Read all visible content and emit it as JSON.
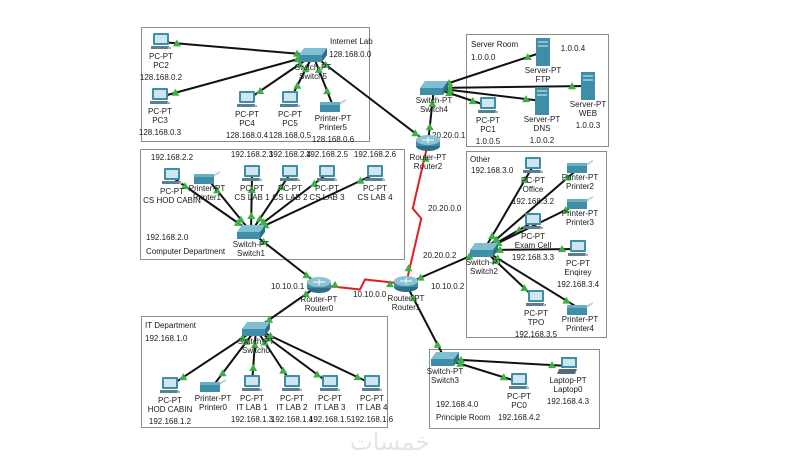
{
  "zones": [
    {
      "id": "internet-lab",
      "name": "Internet Lab",
      "network": "128.168.0.0"
    },
    {
      "id": "server-room",
      "name": "Server Room",
      "network": "1.0.0.0"
    },
    {
      "id": "computer-dept",
      "name": "Computer Department",
      "network": "192.168.2.0"
    },
    {
      "id": "other",
      "name": "Other",
      "network": "192.168.3.0"
    },
    {
      "id": "it-dept",
      "name": "IT Department",
      "network": "192.168.1.0"
    },
    {
      "id": "principle-room",
      "name": "Principle Room",
      "network": "192.168.4.0"
    }
  ],
  "devices": {
    "pc2": {
      "type": "PC-PT",
      "name": "PC2",
      "ip": "128.168.0.2"
    },
    "pc3": {
      "type": "PC-PT",
      "name": "PC3",
      "ip": "128.168.0.3"
    },
    "pc4": {
      "type": "PC-PT",
      "name": "PC4",
      "ip": "128.168.0.4"
    },
    "pc5": {
      "type": "PC-PT",
      "name": "PC5",
      "ip": "128.168.0.5"
    },
    "printer5": {
      "type": "Printer-PT",
      "name": "Printer5",
      "ip": "128.168.0.6"
    },
    "switch5": {
      "type": "Switch-PT",
      "name": "Switch5"
    },
    "switch4": {
      "type": "Switch-PT",
      "name": "Switch4"
    },
    "ftp": {
      "type": "Server-PT",
      "name": "FTP",
      "ip": "1.0.0.4"
    },
    "web": {
      "type": "Server-PT",
      "name": "WEB",
      "ip": "1.0.0.3"
    },
    "dns": {
      "type": "Server-PT",
      "name": "DNS",
      "ip": "1.0.0.2"
    },
    "pc1": {
      "type": "PC-PT",
      "name": "PC1",
      "ip": "1.0.0.5"
    },
    "router2": {
      "type": "Router-PT",
      "name": "Router2"
    },
    "cs-hod": {
      "type": "PC-PT",
      "name": "CS HOD CABIN",
      "ip": "192.168.2.2"
    },
    "printer1": {
      "type": "Printer-PT",
      "name": "Printer1"
    },
    "cs-lab1": {
      "type": "PC-PT",
      "name": "CS LAB 1",
      "ip": "192.168.2.3"
    },
    "cs-lab2": {
      "type": "PC-PT",
      "name": "CS LAB 2",
      "ip": "192.168.2.4"
    },
    "cs-lab3": {
      "type": "PC-PT",
      "name": "CS LAB 3",
      "ip": "192.168.2.5"
    },
    "cs-lab4": {
      "type": "PC-PT",
      "name": "CS LAB 4",
      "ip": "192.168.2.6"
    },
    "switch1": {
      "type": "Switch-PT",
      "name": "Switch1"
    },
    "router0": {
      "type": "Router-PT",
      "name": "Router0"
    },
    "router1": {
      "type": "Router-PT",
      "name": "Router1"
    },
    "office": {
      "type": "PC-PT",
      "name": "Office",
      "ip": "192.168.3.2"
    },
    "printer2": {
      "type": "Printer-PT",
      "name": "Printer2"
    },
    "exam-cell": {
      "type": "PC-PT",
      "name": "Exam Cell",
      "ip": "192.168.3.3"
    },
    "printer3": {
      "type": "Printer-PT",
      "name": "Printer3"
    },
    "enqirey": {
      "type": "PC-PT",
      "name": "Enqirey",
      "ip": "192.168.3.4"
    },
    "tpo": {
      "type": "PC-PT",
      "name": "TPO",
      "ip": "192.168.3.5"
    },
    "printer4": {
      "type": "Printer-PT",
      "name": "Printer4"
    },
    "switch2": {
      "type": "Switch-PT",
      "name": "Switch2"
    },
    "switch0": {
      "type": "Switch-PT",
      "name": "Switch0"
    },
    "it-hod": {
      "type": "PC-PT",
      "name": "HOD CABIN",
      "ip": "192.168.1.2"
    },
    "printer0": {
      "type": "Printer-PT",
      "name": "Printer0"
    },
    "it-lab1": {
      "type": "PC-PT",
      "name": "IT LAB 1",
      "ip": "192.168.1.3"
    },
    "it-lab2": {
      "type": "PC-PT",
      "name": "IT LAB 2",
      "ip": "192.168.1.4"
    },
    "it-lab3": {
      "type": "PC-PT",
      "name": "IT LAB 3",
      "ip": "192.168.1.5"
    },
    "it-lab4": {
      "type": "PC-PT",
      "name": "IT LAB 4",
      "ip": "192.168.1.6"
    },
    "switch3": {
      "type": "Switch-PT",
      "name": "Switch3"
    },
    "pc0": {
      "type": "PC-PT",
      "name": "PC0",
      "ip": "192.168.4.2"
    },
    "laptop0": {
      "type": "Laptop-PT",
      "name": "Laptop0",
      "ip": "192.168.4.3"
    }
  },
  "link_labels": {
    "r2_sw4": "20.20.0.1",
    "r2_r1": "20.20.0.0",
    "r1_sw2": "20.20.0.2",
    "r0_left": "10.10.0.1",
    "r0_r1": "10.10.0.0",
    "r1_right": "10.10.0.2"
  },
  "links": [
    [
      "pc2",
      "switch5",
      "copper"
    ],
    [
      "pc3",
      "switch5",
      "copper"
    ],
    [
      "pc4",
      "switch5",
      "copper"
    ],
    [
      "pc5",
      "switch5",
      "copper"
    ],
    [
      "printer5",
      "switch5",
      "copper"
    ],
    [
      "switch5",
      "router2",
      "copper"
    ],
    [
      "switch4",
      "router2",
      "copper"
    ],
    [
      "switch4",
      "ftp",
      "copper"
    ],
    [
      "switch4",
      "web",
      "copper"
    ],
    [
      "switch4",
      "dns",
      "copper"
    ],
    [
      "switch4",
      "pc1",
      "copper"
    ],
    [
      "router2",
      "router1",
      "serial"
    ],
    [
      "router0",
      "router1",
      "serial"
    ],
    [
      "switch1",
      "router0",
      "copper"
    ],
    [
      "cs-hod",
      "switch1",
      "copper"
    ],
    [
      "printer1",
      "switch1",
      "copper"
    ],
    [
      "cs-lab1",
      "switch1",
      "copper"
    ],
    [
      "cs-lab2",
      "switch1",
      "copper"
    ],
    [
      "cs-lab3",
      "switch1",
      "copper"
    ],
    [
      "cs-lab4",
      "switch1",
      "copper"
    ],
    [
      "router1",
      "switch2",
      "copper"
    ],
    [
      "switch2",
      "office",
      "copper"
    ],
    [
      "switch2",
      "printer2",
      "copper"
    ],
    [
      "switch2",
      "exam-cell",
      "copper"
    ],
    [
      "switch2",
      "printer3",
      "copper"
    ],
    [
      "switch2",
      "enqirey",
      "copper"
    ],
    [
      "switch2",
      "tpo",
      "copper"
    ],
    [
      "switch2",
      "printer4",
      "copper"
    ],
    [
      "router0",
      "switch0",
      "copper"
    ],
    [
      "switch0",
      "it-hod",
      "copper"
    ],
    [
      "switch0",
      "printer0",
      "copper"
    ],
    [
      "switch0",
      "it-lab1",
      "copper"
    ],
    [
      "switch0",
      "it-lab2",
      "copper"
    ],
    [
      "switch0",
      "it-lab3",
      "copper"
    ],
    [
      "switch0",
      "it-lab4",
      "copper"
    ],
    [
      "router1",
      "switch3",
      "copper"
    ],
    [
      "switch3",
      "pc0",
      "copper"
    ],
    [
      "switch3",
      "laptop0",
      "copper"
    ]
  ],
  "watermark": "خمسات",
  "colors": {
    "copper": "#111111",
    "serial": "#e02020",
    "link_light": "#3cb043",
    "device": "#3f8ea8",
    "zone_border": "#8c8c8c"
  }
}
